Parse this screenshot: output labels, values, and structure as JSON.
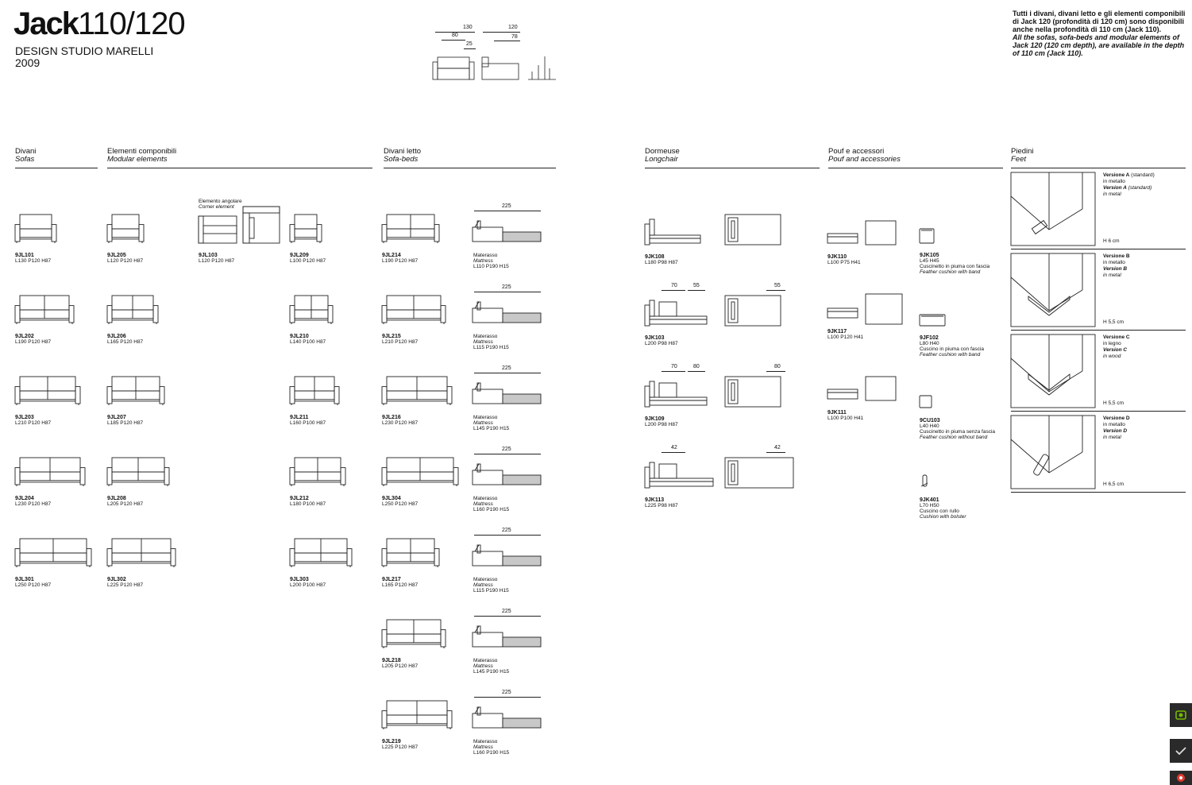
{
  "header": {
    "brand_bold": "Jack",
    "brand_thin": "110/120",
    "designer": "DESIGN STUDIO MARELLI",
    "year": "2009",
    "dims": {
      "d1": "130",
      "d2": "80",
      "d3": "25",
      "d4": "120",
      "d5": "78"
    },
    "note_it": "Tutti i divani, divani letto e gli elementi componibili di Jack 120 (profondità di 120 cm) sono disponibili anche nella profondità di 110 cm (Jack 110).",
    "note_en": "All the sofas, sofa-beds and modular elements of Jack 120 (120 cm depth), are available in the depth of 110 cm (Jack 110)."
  },
  "sections": {
    "sofas": {
      "it": "Divani",
      "en": "Sofas"
    },
    "modular": {
      "it": "Elementi componibili",
      "en": "Modular elements"
    },
    "sofabeds": {
      "it": "Divani letto",
      "en": "Sofa-beds"
    },
    "longchair": {
      "it": "Dormeuse",
      "en": "Longchair"
    },
    "pouf": {
      "it": "Pouf e accessori",
      "en": "Pouf and accessories"
    },
    "feet": {
      "it": "Piedini",
      "en": "Feet"
    }
  },
  "corner_label": {
    "it": "Elemento angolare",
    "en": "Corner element"
  },
  "sofas": [
    {
      "code": "9JL101",
      "dims": "L130 P120 H87"
    },
    {
      "code": "9JL202",
      "dims": "L190 P120 H87"
    },
    {
      "code": "9JL203",
      "dims": "L210 P120 H87"
    },
    {
      "code": "9JL204",
      "dims": "L230 P120 H87"
    },
    {
      "code": "9JL301",
      "dims": "L250 P120 H87"
    }
  ],
  "modular_a": [
    {
      "code": "9JL205",
      "dims": "L120 P120 H87"
    },
    {
      "code": "9JL206",
      "dims": "L165 P120 H87"
    },
    {
      "code": "9JL207",
      "dims": "L185 P120 H87"
    },
    {
      "code": "9JL208",
      "dims": "L205 P120 H87"
    },
    {
      "code": "9JL302",
      "dims": "L225 P120 H87"
    }
  ],
  "corner": {
    "code": "9JL103",
    "dims": "L120 P120 H87"
  },
  "modular_b": [
    {
      "code": "9JL209",
      "dims": "L100 P120 H87"
    },
    {
      "code": "9JL210",
      "dims": "L140 P100 H87"
    },
    {
      "code": "9JL211",
      "dims": "L160 P100 H87"
    },
    {
      "code": "9JL212",
      "dims": "L180 P100 H87"
    },
    {
      "code": "9JL303",
      "dims": "L200 P100 H87"
    }
  ],
  "sofabeds": [
    {
      "code": "9JL214",
      "dims": "L190 P120 H87",
      "mat": "L110 P190 H15"
    },
    {
      "code": "9JL215",
      "dims": "L210 P120 H87",
      "mat": "L115 P190 H15"
    },
    {
      "code": "9JL216",
      "dims": "L230 P120 H87",
      "mat": "L145 P190 H15"
    },
    {
      "code": "9JL304",
      "dims": "L250 P120 H87",
      "mat": "L160 P190 H15"
    },
    {
      "code": "9JL217",
      "dims": "L165 P120 H87",
      "mat": "L115 P190 H15"
    },
    {
      "code": "9JL218",
      "dims": "L205 P120 H87",
      "mat": "L145 P190 H15"
    },
    {
      "code": "9JL219",
      "dims": "L225 P120 H87",
      "mat": "L160 P190 H15"
    }
  ],
  "mattress": {
    "it": "Materasso",
    "en": "Mattress",
    "dim": "225"
  },
  "longchairs": [
    {
      "code": "9JK108",
      "dims": "L180 P98 H87"
    },
    {
      "code": "9JK103",
      "dims": "L200 P98 H87",
      "d1": "70",
      "d2": "55",
      "d3": "55"
    },
    {
      "code": "9JK109",
      "dims": "L200 P98 H87",
      "d1": "70",
      "d2": "80",
      "d3": "80"
    },
    {
      "code": "9JK113",
      "dims": "L225 P98 H87",
      "d1": "42",
      "d3": "42"
    }
  ],
  "poufs": [
    {
      "code": "9JK110",
      "dims": "L100 P75 H41"
    },
    {
      "code": "9JK117",
      "dims": "L100 P120 H41"
    },
    {
      "code": "9JK111",
      "dims": "L100 P100 H41"
    }
  ],
  "accessories": [
    {
      "code": "9JK105",
      "dims": "L45 H45",
      "it": "Cuscinetto in piuma con fascia",
      "en": "Feather cushion with band"
    },
    {
      "code": "9JF102",
      "dims": "L80 H40",
      "it": "Cuscino in piuma con fascia",
      "en": "Feather cushion with band"
    },
    {
      "code": "9CU103",
      "dims": "L40 H40",
      "it": "Cuscinetto in piuma senza fascia",
      "en": "Feather cushion without band"
    },
    {
      "code": "9JK401",
      "dims": "L70 H50",
      "it": "Cuscino con rullo",
      "en": "Cushion with bolster"
    }
  ],
  "feet": [
    {
      "name_it": "Versione A",
      "std_it": "(standard)",
      "mat_it": "in metallo",
      "name_en": "Version A",
      "std_en": "(standard)",
      "mat_en": "in metal",
      "h": "H 6 cm"
    },
    {
      "name_it": "Versione B",
      "std_it": "",
      "mat_it": "in metallo",
      "name_en": "Version B",
      "std_en": "",
      "mat_en": "in metal",
      "h": "H 5,5 cm"
    },
    {
      "name_it": "Versione C",
      "std_it": "",
      "mat_it": "in legno",
      "name_en": "Version C",
      "std_en": "",
      "mat_en": "in wood",
      "h": "H 5,5 cm"
    },
    {
      "name_it": "Versione D",
      "std_it": "",
      "mat_it": "in metallo",
      "name_en": "Version D",
      "std_en": "",
      "mat_en": "in metal",
      "h": "H 6,5 cm"
    }
  ],
  "toolbar": {
    "icons": [
      "nvidia-icon",
      "checklist-icon",
      "record-icon"
    ],
    "colors": {
      "bg": "#2a2a2a",
      "green": "#76b900",
      "red": "#e03a2e"
    }
  }
}
